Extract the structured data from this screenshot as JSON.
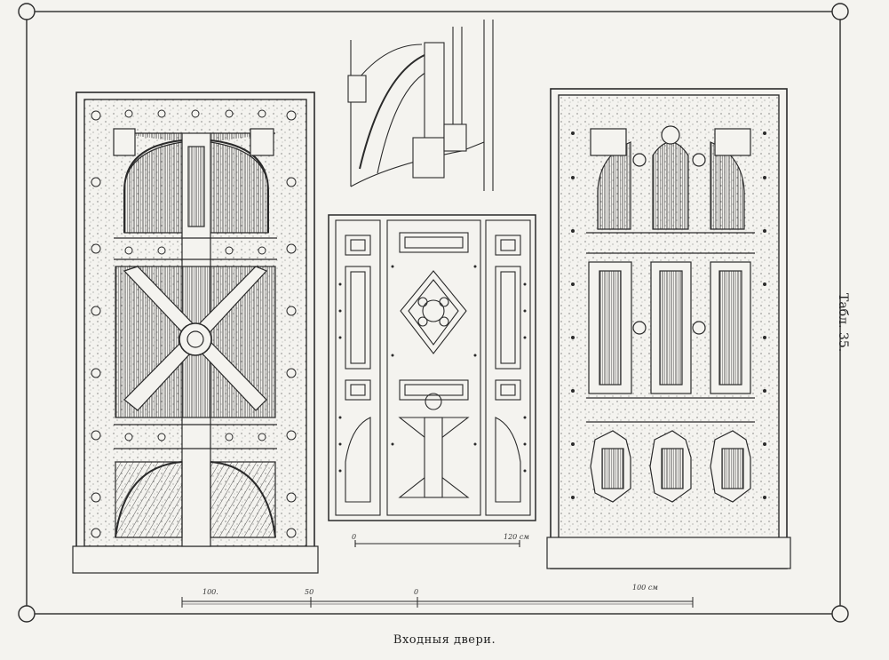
{
  "caption": "Входныя двери.",
  "plate_number": "Табл. 35.",
  "scales": {
    "center": {
      "start": "0",
      "end": "120 см"
    },
    "bottom": {
      "start": "100.",
      "mid": "50",
      "zero": "0",
      "end": "100 см"
    }
  },
  "colors": {
    "paper": "#f4f3ef",
    "ink": "#2a2a2a"
  }
}
